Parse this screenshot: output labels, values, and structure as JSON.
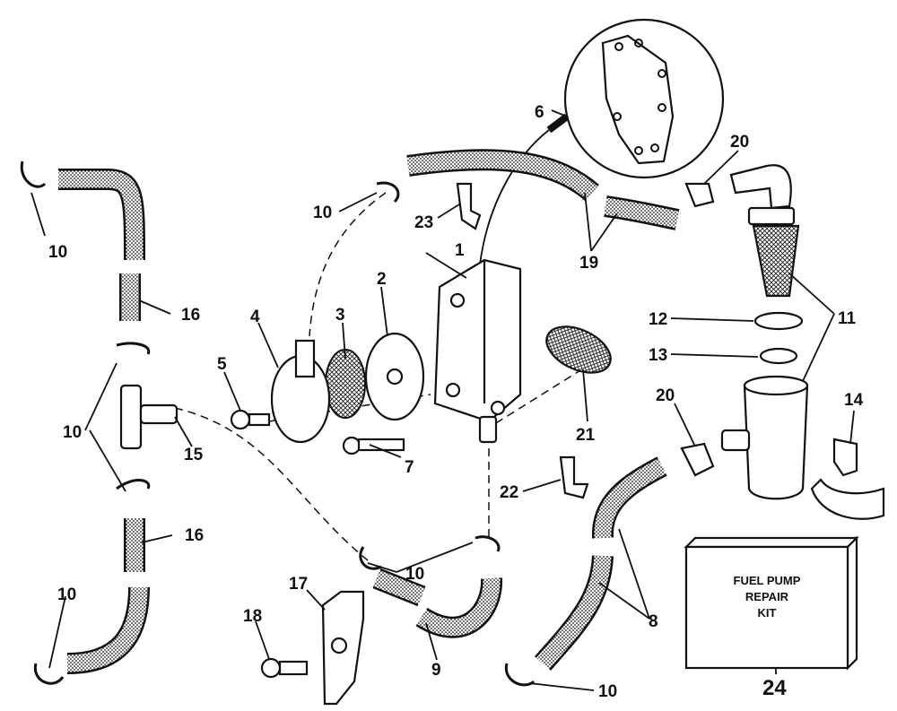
{
  "callouts": {
    "n1": "1",
    "n2": "2",
    "n3": "3",
    "n4": "4",
    "n5": "5",
    "n6": "6",
    "n7": "7",
    "n8": "8",
    "n9": "9",
    "n10": "10",
    "n11": "11",
    "n12": "12",
    "n13": "13",
    "n14": "14",
    "n15": "15",
    "n16": "16",
    "n17": "17",
    "n18": "18",
    "n19": "19",
    "n20": "20",
    "n21": "21",
    "n22": "22",
    "n23": "23",
    "n24": "24"
  },
  "kit": {
    "line1": "FUEL PUMP",
    "line2": "REPAIR",
    "line3": "KIT"
  }
}
